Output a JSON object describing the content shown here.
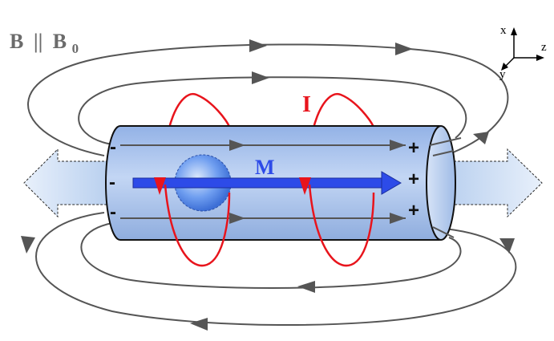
{
  "title": {
    "b": "B",
    "parallel": "||",
    "b0": "B",
    "b0_sub": "0"
  },
  "labels": {
    "current": "I",
    "magnetization": "M"
  },
  "charges": {
    "left": [
      "-",
      "-",
      "-"
    ],
    "right": [
      "+",
      "+",
      "+"
    ]
  },
  "axes": {
    "x": "x",
    "y": "y",
    "z": "z"
  },
  "colors": {
    "field_line": "#555555",
    "current": "#e8141c",
    "magnetization": "#2d4be8",
    "cylinder_fill": "#a9c4ee",
    "cylinder_stroke": "#111111",
    "force_arrow": "#cfe0f5"
  }
}
